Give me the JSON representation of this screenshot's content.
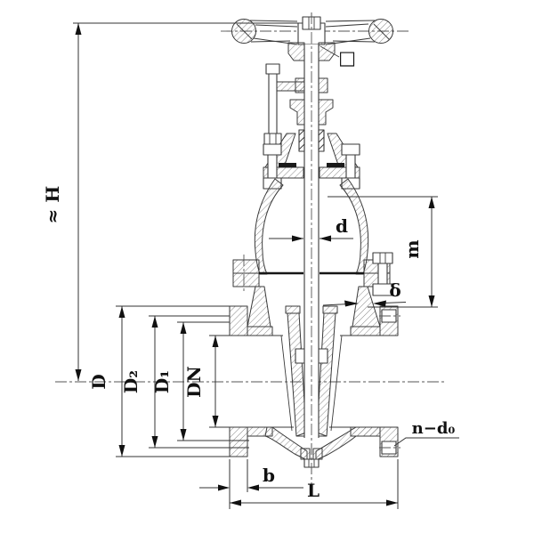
{
  "page": {
    "background": "#ffffff",
    "ink": "#3a3a3a",
    "accent": "#111111"
  },
  "drawing": {
    "kind": "engineering cross-section drawing",
    "subject": "flanged wedge gate valve with handwheel",
    "dimension_labels": {
      "overall_height": "≈ H",
      "stem_diameter": "d",
      "bonnet_dome_height": "m",
      "body_wall_thickness": "δ",
      "flange_outside_diameter": "D",
      "bolt_circle_diameter": "D₂",
      "raised_face_diameter": "D₁",
      "nominal_diameter": "DN",
      "bolt_holes": "n−d₀",
      "flange_thickness": "b",
      "face_to_face_length": "L"
    },
    "symbols": {
      "stem_top_square": "□"
    }
  }
}
